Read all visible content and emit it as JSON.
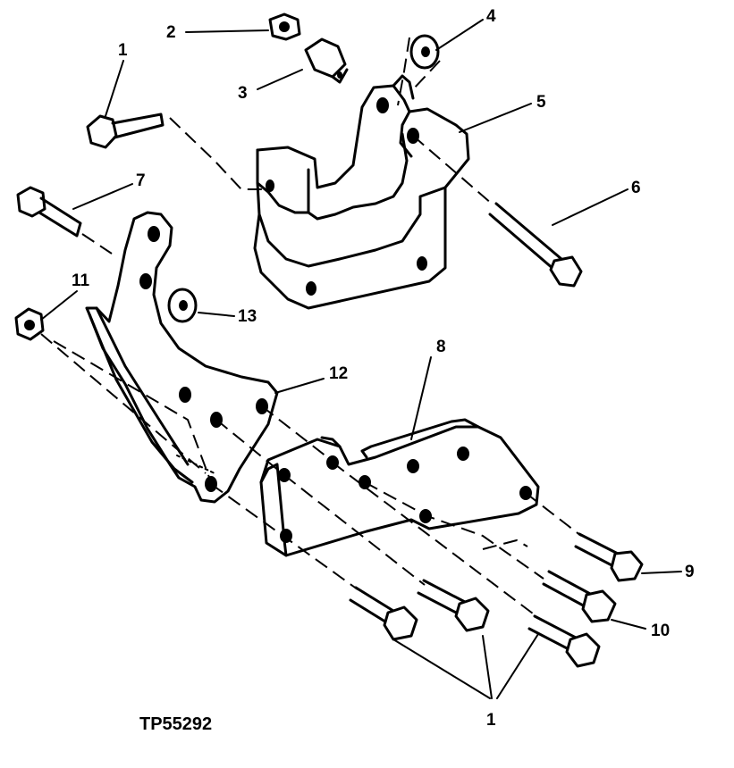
{
  "figure_id": "TP55292",
  "callouts": {
    "c1_top": "1",
    "c2": "2",
    "c3": "3",
    "c4": "4",
    "c5": "5",
    "c6": "6",
    "c7": "7",
    "c8": "8",
    "c9": "9",
    "c10": "10",
    "c11": "11",
    "c12": "12",
    "c13": "13",
    "c1_bottom": "1"
  }
}
